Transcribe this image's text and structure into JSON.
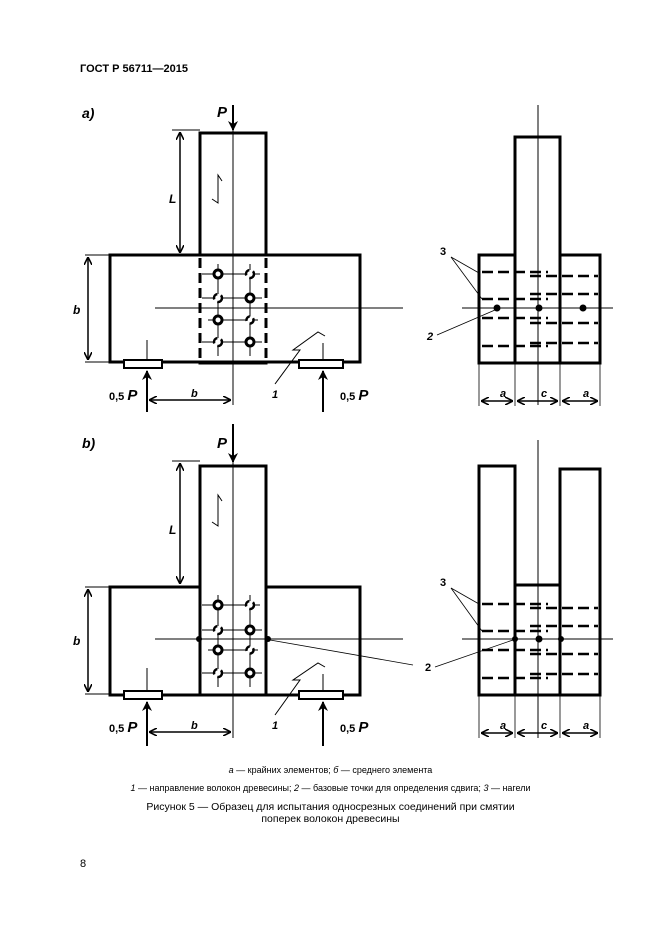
{
  "header": {
    "standard": "ГОСТ Р 56711—2015"
  },
  "figure": {
    "panels": [
      {
        "id": "a",
        "label": "a)"
      },
      {
        "id": "b",
        "label": "b)"
      }
    ],
    "labels": {
      "load": "P",
      "half_load": "0,5",
      "half_load_symbol": "P",
      "length": "L",
      "width_b": "b",
      "span_b": "b",
      "edge_a": "a",
      "middle_c": "c",
      "callout_1": "1",
      "callout_2": "2",
      "callout_3": "3"
    }
  },
  "caption": {
    "legend_line1": {
      "a_key": "а",
      "a_text": " — крайних элементов; ",
      "b_key": "б",
      "b_text": " — среднего элемента"
    },
    "legend_line2": {
      "k1": "1",
      "t1": " — направление волокон древесины; ",
      "k2": "2",
      "t2": " — базовые точки для определения сдвига; ",
      "k3": "3",
      "t3": " — нагели"
    },
    "title_line1": "Рисунок 5 — Образец для испытания односрезных соединений при смятии",
    "title_line2": "поперек волокон древесины"
  },
  "page": {
    "number": "8"
  }
}
